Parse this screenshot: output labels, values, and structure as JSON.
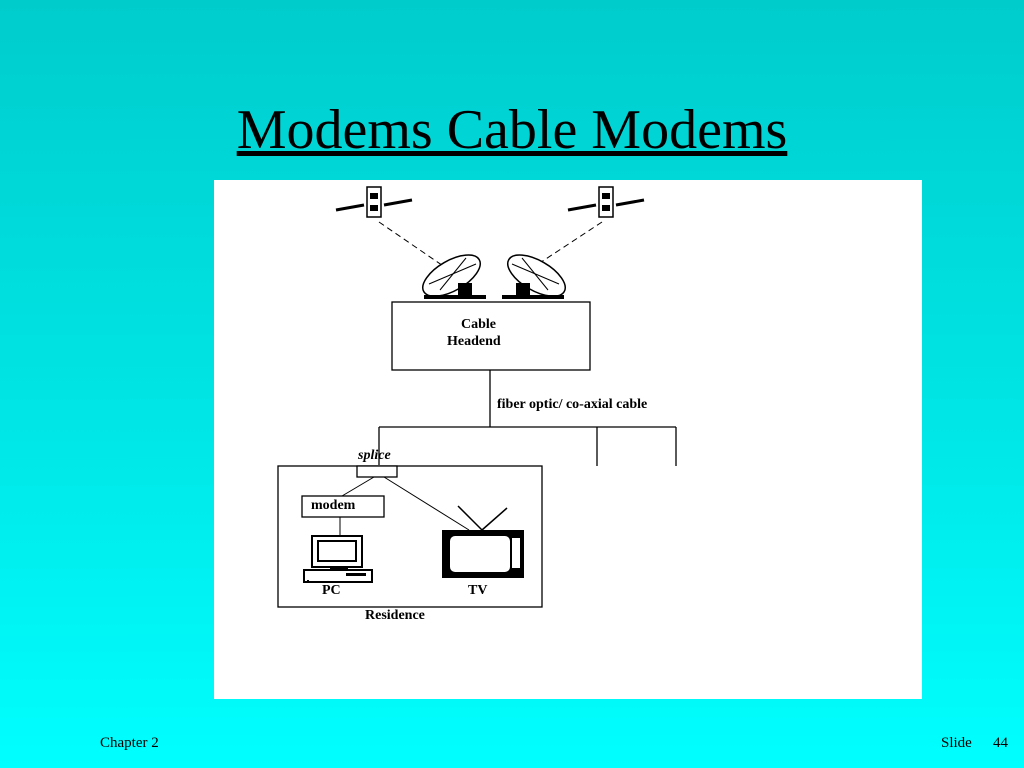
{
  "slide": {
    "title": "Modems Cable Modems",
    "footer_left": "Chapter 2",
    "footer_slide_label": "Slide",
    "footer_slide_number": "44"
  },
  "diagram": {
    "headend_line1": "Cable",
    "headend_line2": "Headend",
    "link_label": "fiber optic/ co-axial cable",
    "splice_label": "splice",
    "modem_label": "modem",
    "pc_label": "PC",
    "tv_label": "TV",
    "residence_label": "Residence"
  },
  "icons": [
    "satellite-icon",
    "satellite-dish-icon",
    "computer-icon",
    "television-icon"
  ]
}
